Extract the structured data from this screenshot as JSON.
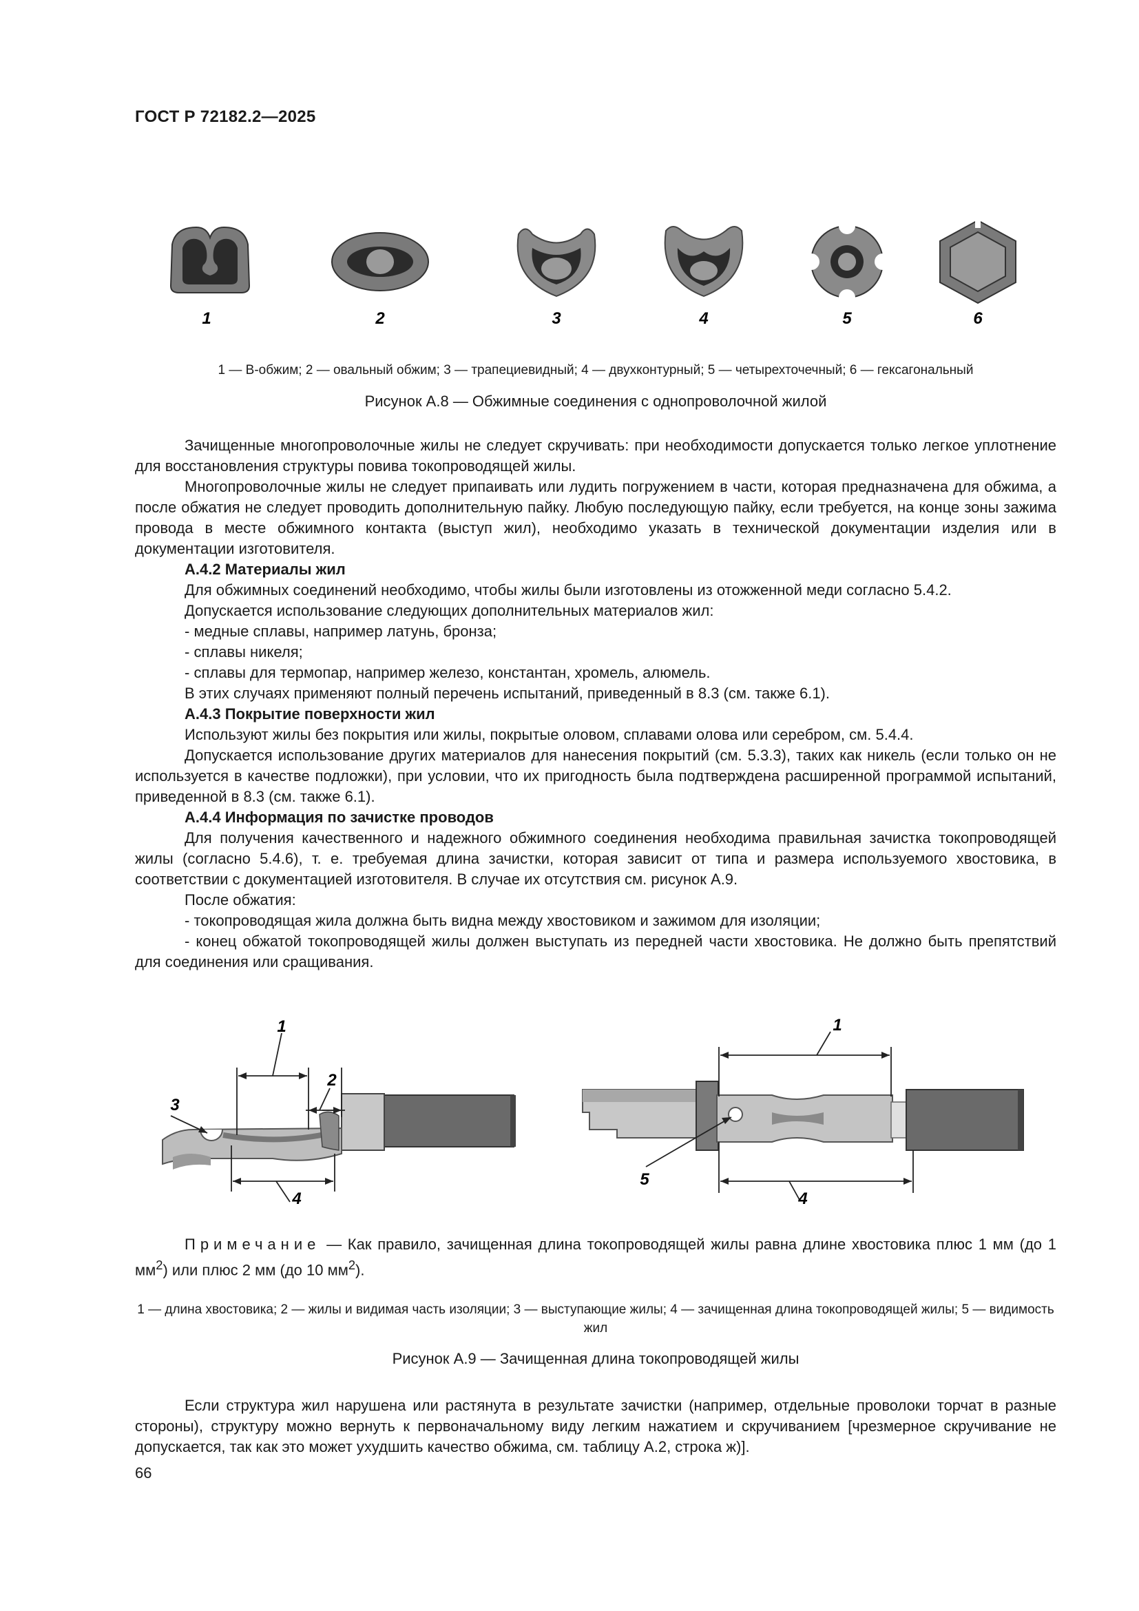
{
  "header": {
    "standard_number": "ГОСТ Р 72182.2—2025"
  },
  "figure_a8": {
    "item_numbers": [
      "1",
      "2",
      "3",
      "4",
      "5",
      "6"
    ],
    "legend": "1 — В-обжим; 2 — овальный обжим; 3 — трапециевидный; 4 — двухконтурный; 5 — четырехточечный; 6 — гексагональный",
    "caption": "Рисунок А.8 — Обжимные соединения с однопроволочной жилой"
  },
  "text_block_1": {
    "p1": "Зачищенные многопроволочные жилы не следует скручивать: при необходимости допускается только легкое уплотнение для восстановления структуры повива токопроводящей жилы.",
    "p2": "Многопроволочные жилы не следует припаивать или лудить погружением в части, которая предназначена для обжима, а после обжатия не следует проводить дополнительную пайку. Любую последующую пайку, если требуется, на конце зоны зажима провода в месте обжимного контакта (выступ жил), необходимо указать в технической документации изделия или в документации изготовителя.",
    "h_a42": "А.4.2 Материалы жил",
    "p3": "Для обжимных соединений необходимо, чтобы жилы были изготовлены из отожженной меди согласно 5.4.2.",
    "p4": "Допускается использование следующих дополнительных материалов жил:",
    "li1": "- медные сплавы, например латунь, бронза;",
    "li2": "- сплавы никеля;",
    "li3": "- сплавы для термопар, например железо, константан, хромель, алюмель.",
    "p5": "В этих случаях применяют полный перечень испытаний, приведенный в 8.3 (см. также 6.1).",
    "h_a43": "А.4.3 Покрытие поверхности жил",
    "p6": "Используют жилы без покрытия или жилы, покрытые оловом, сплавами олова или серебром, см. 5.4.4.",
    "p7": "Допускается использование других материалов для нанесения покрытий (см. 5.3.3), таких как никель (если только он не используется в качестве подложки), при условии, что их пригодность была подтверждена расширенной программой испытаний, приведенной в 8.3 (см. также 6.1).",
    "h_a44": "А.4.4 Информация по зачистке проводов",
    "p8": "Для получения качественного и надежного обжимного соединения необходима правильная зачистка токопроводящей жилы (согласно 5.4.6), т. е. требуемая длина зачистки, которая зависит от типа и размера используемого хвостовика, в соответствии с документацией изготовителя. В случае их отсутствия см. рисунок А.9.",
    "p9": "После обжатия:",
    "li4": "- токопроводящая жила должна быть видна между хвостовиком и зажимом для изоляции;",
    "li5": "- конец обжатой токопроводящей жилы должен выступать из передней части хвостовика. Не должно быть препятствий для соединения или сращивания."
  },
  "figure_a9": {
    "labels": {
      "l1": "1",
      "l2": "2",
      "l3": "3",
      "l4": "4",
      "r1": "1",
      "r4": "4",
      "r5": "5"
    },
    "note_label": "Примечание",
    "note_text": " — Как правило, зачищенная длина токопроводящей жилы равна длине хвостовика плюс 1 мм (до 1 мм",
    "note_sup1": "2",
    "note_mid": ") или плюс 2 мм (до 10 мм",
    "note_sup2": "2",
    "note_end": ").",
    "legend": "1 — длина хвостовика; 2 — жилы и видимая часть изоляции; 3 — выступающие жилы; 4 — зачищенная длина токопроводящей жилы; 5 — видимость жил",
    "caption": "Рисунок А.9 — Зачищенная длина токопроводящей жилы"
  },
  "text_block_2": {
    "p1": "Если структура жил нарушена или растянута в результате зачистки (например, отдельные проволоки торчат в разные стороны), структуру можно вернуть к первоначальному виду легким нажатием и скручиванием [чрезмерное скручивание не допускается, так как это может ухудшить качество обжима, см. таблицу А.2, строка ж)]."
  },
  "page_number": "66"
}
